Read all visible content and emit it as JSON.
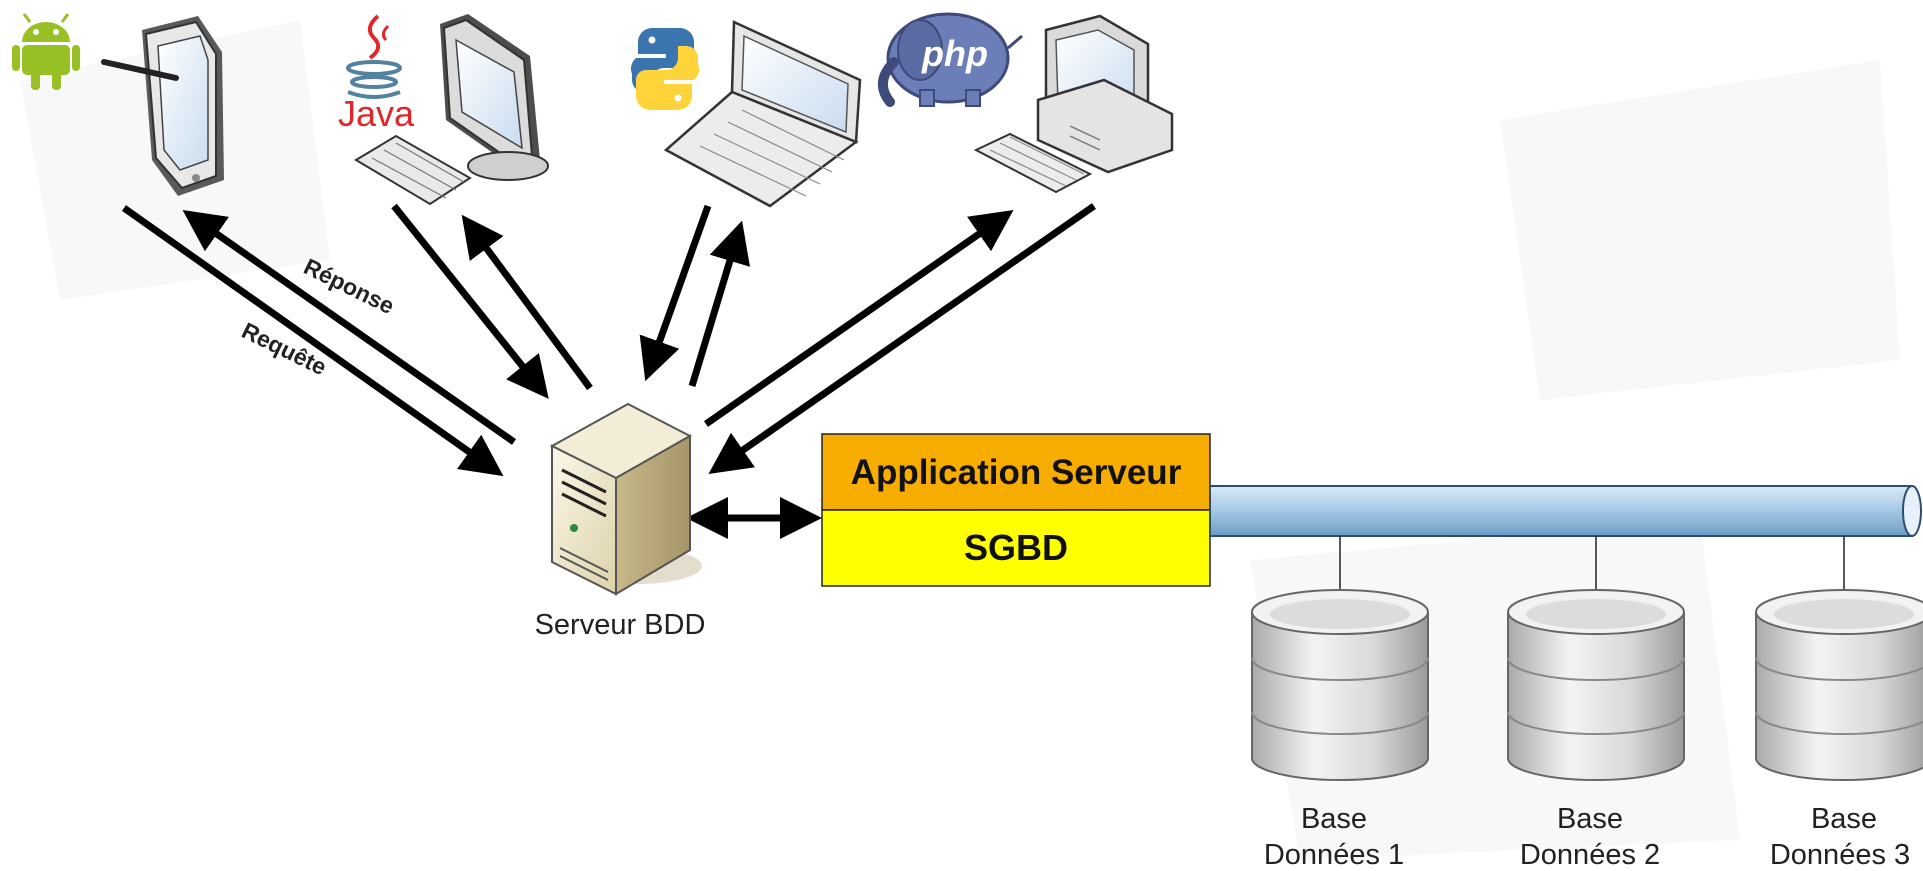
{
  "clients": {
    "android_label": "Android",
    "java_label": "Java",
    "python_label": "Python",
    "php_label": "php"
  },
  "arrows": {
    "response_label": "Réponse",
    "request_label": "Requête"
  },
  "server": {
    "label": "Serveur BDD"
  },
  "stack": {
    "app_label": "Application Serveur",
    "sgbd_label": "SGBD",
    "app_color": "#f6ad00",
    "sgbd_color": "#ffff00"
  },
  "databases": [
    {
      "line1": "Base",
      "line2": "Données 1"
    },
    {
      "line1": "Base",
      "line2": "Données 2"
    },
    {
      "line1": "Base",
      "line2": "Données 3"
    }
  ],
  "colors": {
    "android": "#97c024",
    "java": "#e0262b",
    "python_blue": "#3a75b0",
    "python_yellow": "#ffd43b",
    "php": "#6c7eb7",
    "bus": "#9ec3e2"
  }
}
